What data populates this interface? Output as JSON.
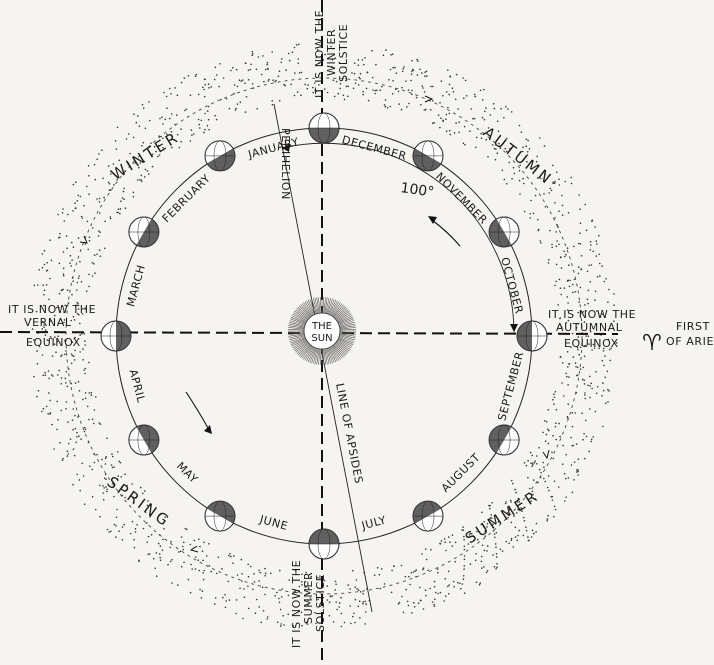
{
  "sun": {
    "line1": "THE",
    "line2": "SUN"
  },
  "months": [
    {
      "label": "JANUARY"
    },
    {
      "label": "FEBRUARY"
    },
    {
      "label": "MARCH"
    },
    {
      "label": "APRIL"
    },
    {
      "label": "MAY"
    },
    {
      "label": "JUNE"
    },
    {
      "label": "JULY"
    },
    {
      "label": "AUGUST"
    },
    {
      "label": "SEPTEMBER"
    },
    {
      "label": "OCTOBER"
    },
    {
      "label": "NOVEMBER"
    },
    {
      "label": "DECEMBER"
    }
  ],
  "seasons": {
    "winter": "WINTER",
    "autumn": "AUTUMN",
    "spring": "SPRING",
    "summer": "SUMMER"
  },
  "markers": {
    "winter_solstice": [
      "IT IS NOW THE",
      "WINTER",
      "SOLSTICE"
    ],
    "summer_solstice": [
      "IT IS NOW THE",
      "SUMMER",
      "SOLSTICE"
    ],
    "vernal_equinox": [
      "IT IS NOW THE",
      "VERNAL",
      "EQUINOX"
    ],
    "autumnal_equinox": [
      "IT IS NOW THE",
      "AUTUMNAL",
      "EQUINOX"
    ]
  },
  "aries": {
    "symbol": "♈",
    "line1": "FIRST",
    "line2": "OF ARIES"
  },
  "perihelion": "PERIHELION",
  "line_of_apsides": "LINE OF APSIDES",
  "angle": "100°",
  "colors": {
    "ink": "#1b1b1b",
    "paper": "#f5f4f0"
  }
}
